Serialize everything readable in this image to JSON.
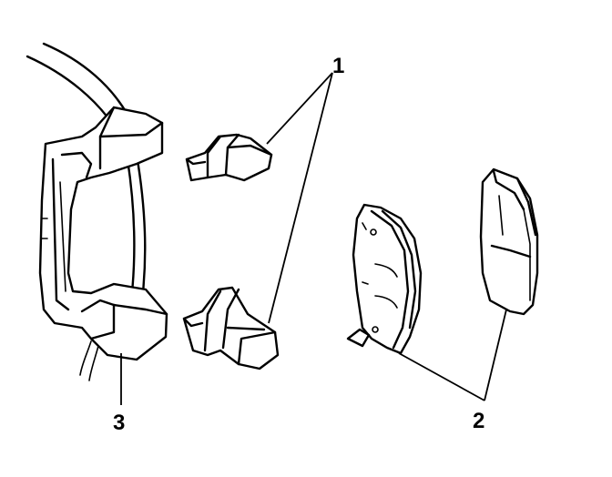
{
  "callouts": {
    "clips": "1",
    "pads": "2",
    "bracket": "3"
  },
  "colors": {
    "ink": "#000000",
    "background": "#ffffff"
  }
}
